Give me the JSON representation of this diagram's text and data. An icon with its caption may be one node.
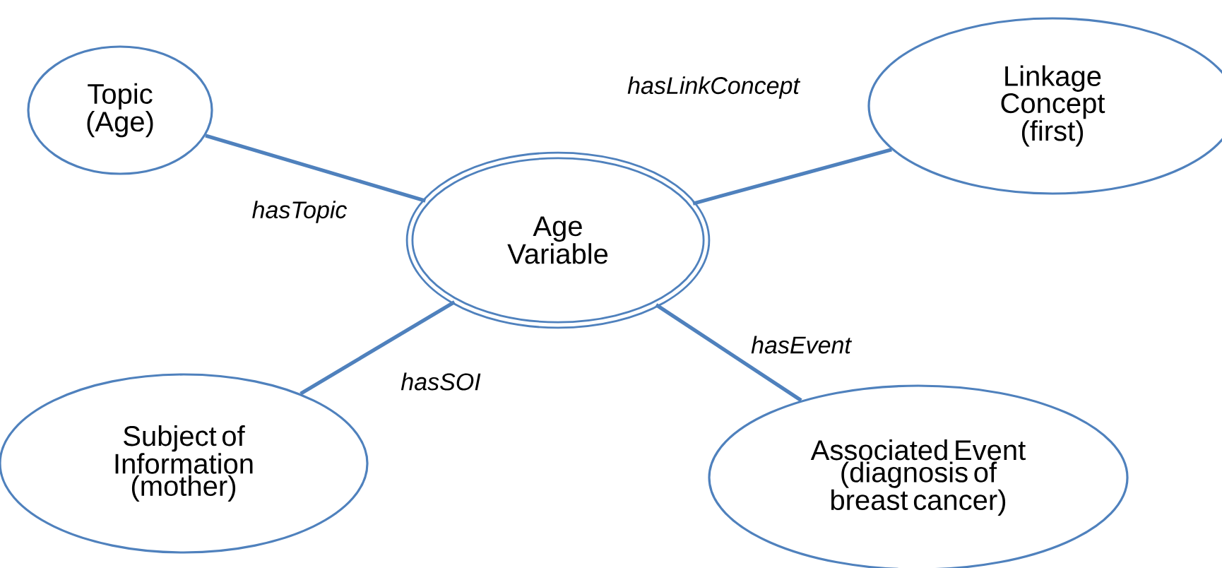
{
  "diagram": {
    "nodes": [
      {
        "text": [
          "Topic (Age)"
        ]
      },
      {
        "text": [
          "Linkage Concept (first)"
        ]
      },
      {
        "text": [
          "Age Variable"
        ]
      },
      {
        "text": [
          "Subject of Information (mother)"
        ]
      },
      {
        "text": [
          "Associated Event (diagnosis of breast cancer)"
        ]
      }
    ],
    "edges": [
      {
        "from": 2,
        "to": 0,
        "arrow": "none",
        "label": "hasTopic"
      },
      {
        "from": 2,
        "to": 1,
        "arrow": "none",
        "label": "hasLinkConcept"
      },
      {
        "from": 2,
        "to": 3,
        "arrow": "none",
        "label": "hasSOI"
      },
      {
        "from": 2,
        "to": 4,
        "arrow": "none",
        "label": "hasEvent"
      }
    ]
  }
}
